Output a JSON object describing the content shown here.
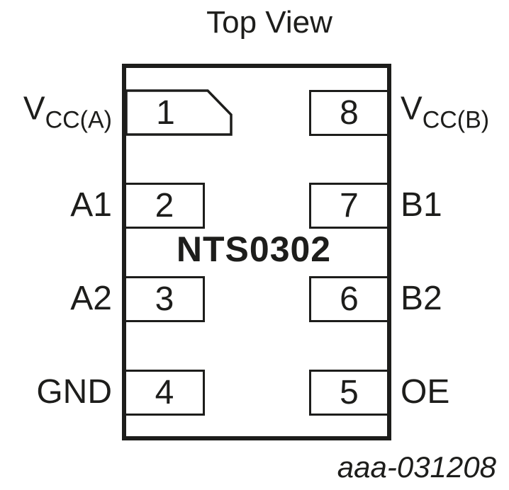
{
  "title": "Top View",
  "part_number": "NTS0302",
  "figure_ref": "aaa-031208",
  "colors": {
    "line": "#1d1d1b",
    "background": "#ffffff",
    "text": "#1d1d1b"
  },
  "pins": {
    "left": [
      {
        "number": "1",
        "label_main": "V",
        "label_sub": "CC(A)"
      },
      {
        "number": "2",
        "label": "A1"
      },
      {
        "number": "3",
        "label": "A2"
      },
      {
        "number": "4",
        "label": "GND"
      }
    ],
    "right": [
      {
        "number": "8",
        "label_main": "V",
        "label_sub": "CC(B)"
      },
      {
        "number": "7",
        "label": "B1"
      },
      {
        "number": "6",
        "label": "B2"
      },
      {
        "number": "5",
        "label": "OE"
      }
    ]
  }
}
